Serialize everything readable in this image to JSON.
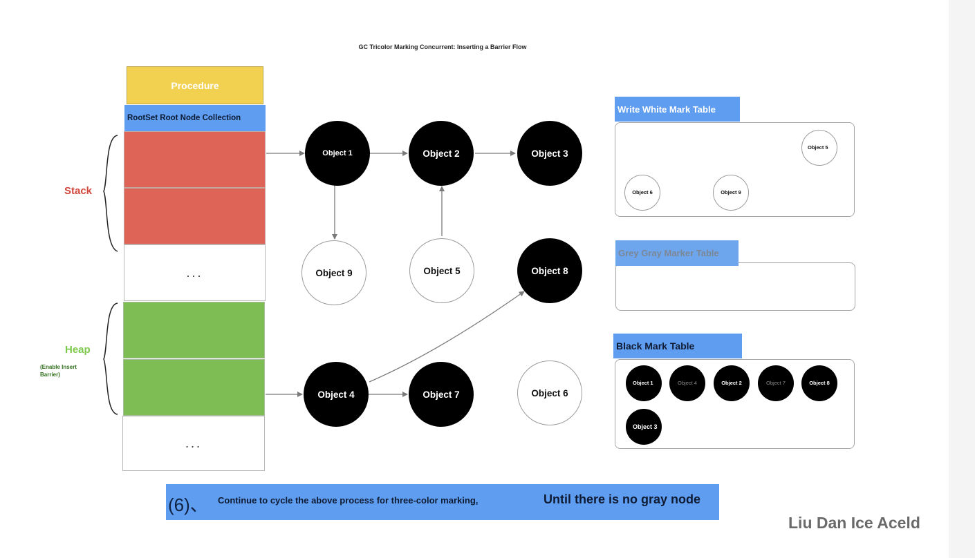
{
  "title": "GC Tricolor Marking Concurrent: Inserting a Barrier Flow",
  "colors": {
    "procedure": "#f1d14f",
    "rootset": "#5e9df0",
    "stack": "#de6457",
    "heap": "#7ebd53",
    "black_object": "#000000",
    "white_object": "#ffffff"
  },
  "left_panel": {
    "procedure": "Procedure",
    "rootset": "RootSet Root Node Collection",
    "stack_label": "Stack",
    "heap_label": "Heap",
    "heap_note": "(Enable Insert Barrier)",
    "ellipsis_1": "...",
    "ellipsis_2": "..."
  },
  "objects": {
    "o1": {
      "label": "Object 1",
      "color": "black"
    },
    "o2": {
      "label": "Object 2",
      "color": "black"
    },
    "o3": {
      "label": "Object 3",
      "color": "black"
    },
    "o9": {
      "label": "Object 9",
      "color": "white"
    },
    "o5": {
      "label": "Object 5",
      "color": "white"
    },
    "o8": {
      "label": "Object 8",
      "color": "black"
    },
    "o4": {
      "label": "Object 4",
      "color": "black"
    },
    "o7": {
      "label": "Object 7",
      "color": "black"
    },
    "o6": {
      "label": "Object 6",
      "color": "white"
    }
  },
  "tables": {
    "white": {
      "title": "Write White Mark Table",
      "items": [
        "Object 5",
        "Object 6",
        "Object 9"
      ]
    },
    "grey": {
      "title": "Grey Gray Marker Table",
      "items": []
    },
    "black": {
      "title": "Black Mark Table",
      "items": [
        "Object 1",
        "Object 4",
        "Object 2",
        "Object 7",
        "Object 8",
        "Object 3"
      ]
    }
  },
  "footer": {
    "step": "(6)、",
    "text": "Continue to cycle the above process for three-color marking,",
    "emphasis": "Until there is no gray node"
  },
  "author": "Liu Dan Ice Aceld"
}
